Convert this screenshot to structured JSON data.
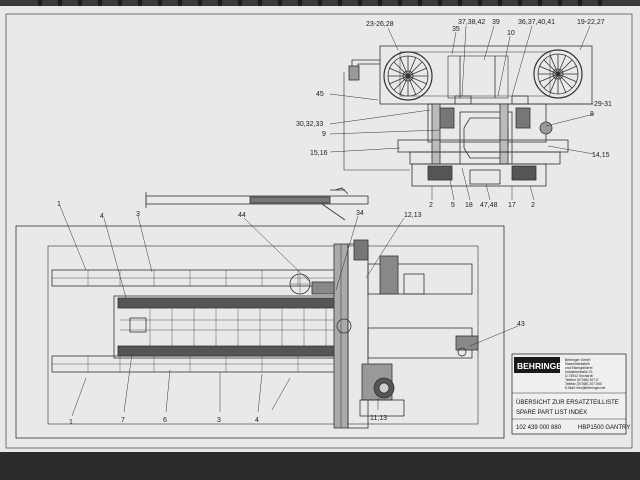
{
  "callouts_top": [
    {
      "id": "c23",
      "text": "23-26,28"
    },
    {
      "id": "c35",
      "text": "35"
    },
    {
      "id": "c37",
      "text": "37,38,42"
    },
    {
      "id": "c39",
      "text": "39"
    },
    {
      "id": "c10",
      "text": "10"
    },
    {
      "id": "c36",
      "text": "36,37,40,41"
    },
    {
      "id": "c19",
      "text": "19-22,27"
    },
    {
      "id": "c45",
      "text": "45"
    },
    {
      "id": "c30",
      "text": "30,32,33"
    },
    {
      "id": "c9",
      "text": "9"
    },
    {
      "id": "c15",
      "text": "15,16"
    },
    {
      "id": "c29",
      "text": "29-31"
    },
    {
      "id": "c8",
      "text": "8"
    },
    {
      "id": "c14",
      "text": "14,15"
    },
    {
      "id": "c2a",
      "text": "2"
    },
    {
      "id": "c5",
      "text": "5"
    },
    {
      "id": "c18",
      "text": "18"
    },
    {
      "id": "c47",
      "text": "47,48"
    },
    {
      "id": "c17",
      "text": "17"
    },
    {
      "id": "c2b",
      "text": "2"
    }
  ],
  "callouts_plan": [
    {
      "id": "p1a",
      "text": "1"
    },
    {
      "id": "p4a",
      "text": "4"
    },
    {
      "id": "p3a",
      "text": "3"
    },
    {
      "id": "p44",
      "text": "44"
    },
    {
      "id": "p34",
      "text": "34"
    },
    {
      "id": "p12",
      "text": "12,13"
    },
    {
      "id": "p43",
      "text": "43"
    },
    {
      "id": "p1b",
      "text": "1"
    },
    {
      "id": "p7",
      "text": "7"
    },
    {
      "id": "p6",
      "text": "6"
    },
    {
      "id": "p3b",
      "text": "3"
    },
    {
      "id": "p4b",
      "text": "4"
    },
    {
      "id": "p11",
      "text": "11,13"
    }
  ],
  "title_block": {
    "brand": "BEHRINGER",
    "company_lines": [
      "Behringer GmbH",
      "Maschinenfabrik",
      "und Eisengießerei",
      "Industriestraße 23",
      "D-74912 Kirchardt",
      "Telefon (07266) 207-0",
      "Telefax (07266) 207-500",
      "E-Mail: info@behringer.net"
    ],
    "title_de": "ÜBERSICHT ZUR ERSATZTEILLISTE",
    "title_en": "SPARE PART LIST INDEX",
    "doc_number": "102 439 000 880",
    "model": "HBP1500 GANTRY"
  }
}
